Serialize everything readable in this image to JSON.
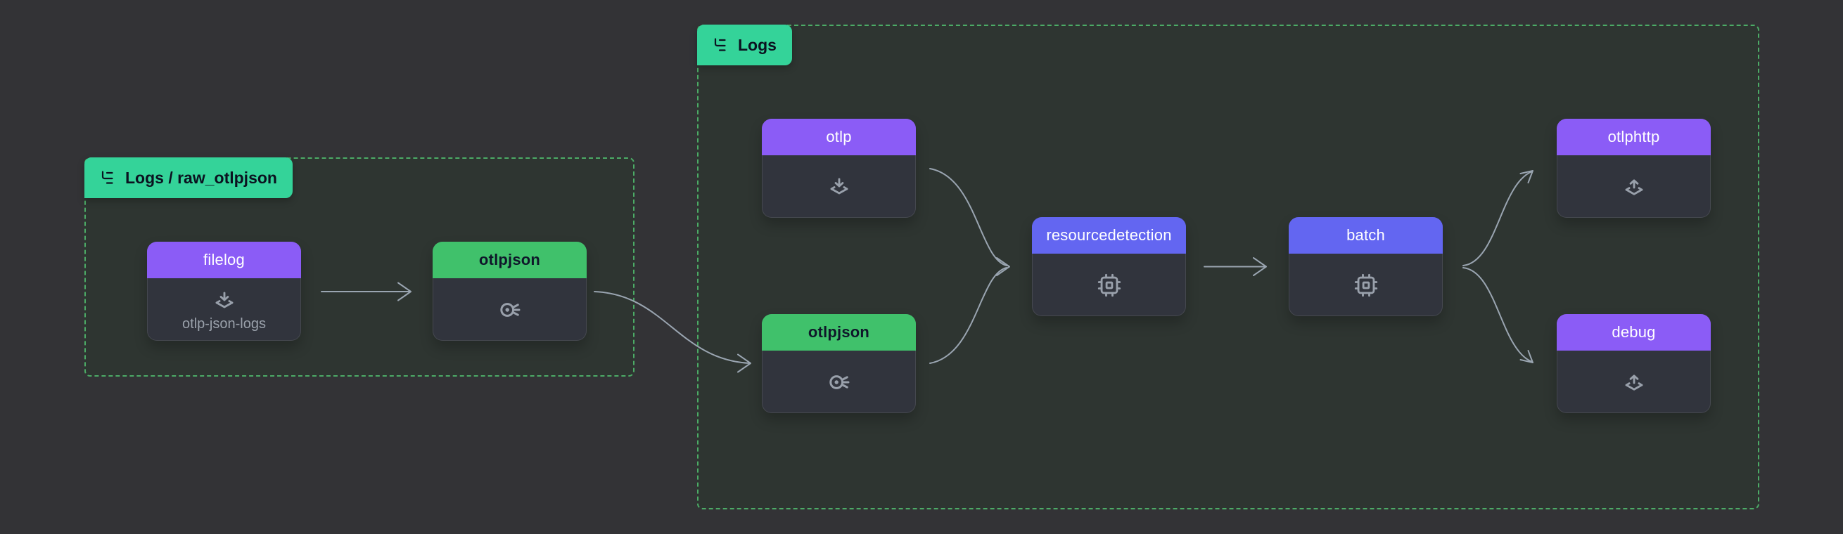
{
  "colors": {
    "background": "#333336",
    "group_fill": "#2e3531",
    "group_border": "#4cab66",
    "badge_bg": "#34d399",
    "badge_text": "#0b1220",
    "node_body": "#31343d",
    "node_border": "#45484f",
    "header_purple": "#8b5cf6",
    "header_indigo": "#6366f1",
    "header_green": "#40c16b",
    "title_light": "#ffffff",
    "title_dark": "#0f172a",
    "subtitle": "#9aa1ab",
    "icon": "#99a0ab",
    "edge": "#9aa5b1"
  },
  "groups": [
    {
      "label": "Logs / raw_otlpjson",
      "icon": "list-tree-icon"
    },
    {
      "label": "Logs",
      "icon": "list-tree-icon"
    }
  ],
  "nodes": [
    {
      "group": "Logs / raw_otlpjson",
      "title": "filelog",
      "type": "receiver",
      "icon": "receiver-icon",
      "subtitle": "otlp-json-logs"
    },
    {
      "group": "Logs / raw_otlpjson",
      "title": "otlpjson",
      "type": "connector",
      "icon": "connector-icon"
    },
    {
      "group": "Logs",
      "title": "otlp",
      "type": "receiver",
      "icon": "receiver-icon"
    },
    {
      "group": "Logs",
      "title": "otlpjson",
      "type": "connector",
      "icon": "connector-icon"
    },
    {
      "group": "Logs",
      "title": "resourcedetection",
      "type": "processor",
      "icon": "cpu-icon"
    },
    {
      "group": "Logs",
      "title": "batch",
      "type": "processor",
      "icon": "cpu-icon"
    },
    {
      "group": "Logs",
      "title": "otlphttp",
      "type": "exporter",
      "icon": "exporter-icon"
    },
    {
      "group": "Logs",
      "title": "debug",
      "type": "exporter",
      "icon": "exporter-icon"
    }
  ],
  "edges": [
    {
      "from": "raw_otlpjson/filelog",
      "to": "raw_otlpjson/otlpjson"
    },
    {
      "from": "raw_otlpjson/otlpjson",
      "to": "Logs/otlpjson"
    },
    {
      "from": "Logs/otlp",
      "to": "Logs/resourcedetection"
    },
    {
      "from": "Logs/otlpjson",
      "to": "Logs/resourcedetection"
    },
    {
      "from": "Logs/resourcedetection",
      "to": "Logs/batch"
    },
    {
      "from": "Logs/batch",
      "to": "Logs/otlphttp"
    },
    {
      "from": "Logs/batch",
      "to": "Logs/debug"
    }
  ]
}
